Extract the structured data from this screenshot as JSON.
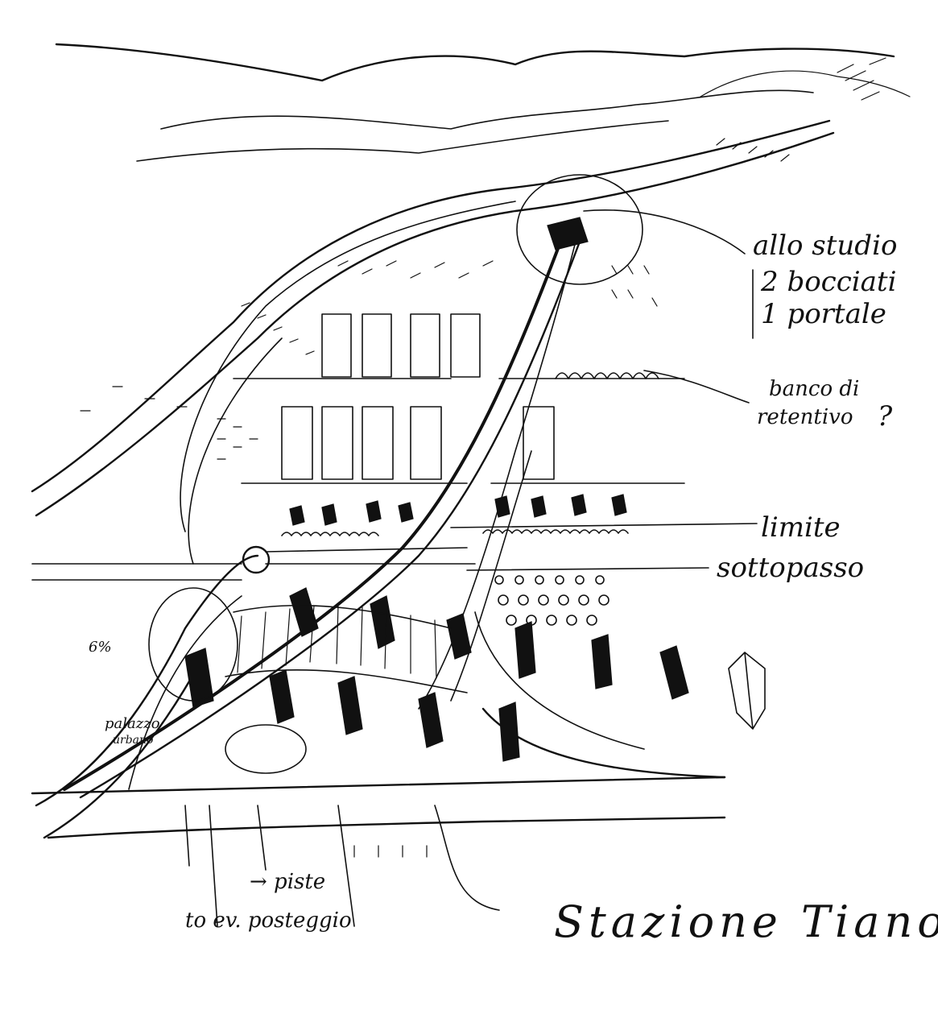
{
  "annotations": {
    "note_1": "allo studio",
    "note_2": "2 bocciati",
    "note_3": "1 portale",
    "note_4": "banco di",
    "note_5": "retentivo",
    "note_6": "?",
    "limite": "limite",
    "sottopasso": "sottopasso",
    "palazzo": "palazzo",
    "urbano": "urbano",
    "slope": "6%",
    "piste": "→ piste",
    "parcheggio": "to ev. posteggio",
    "signature": "Stazione Tiano"
  },
  "colors": {
    "ink": "#111111",
    "paper": "#ffffff"
  }
}
